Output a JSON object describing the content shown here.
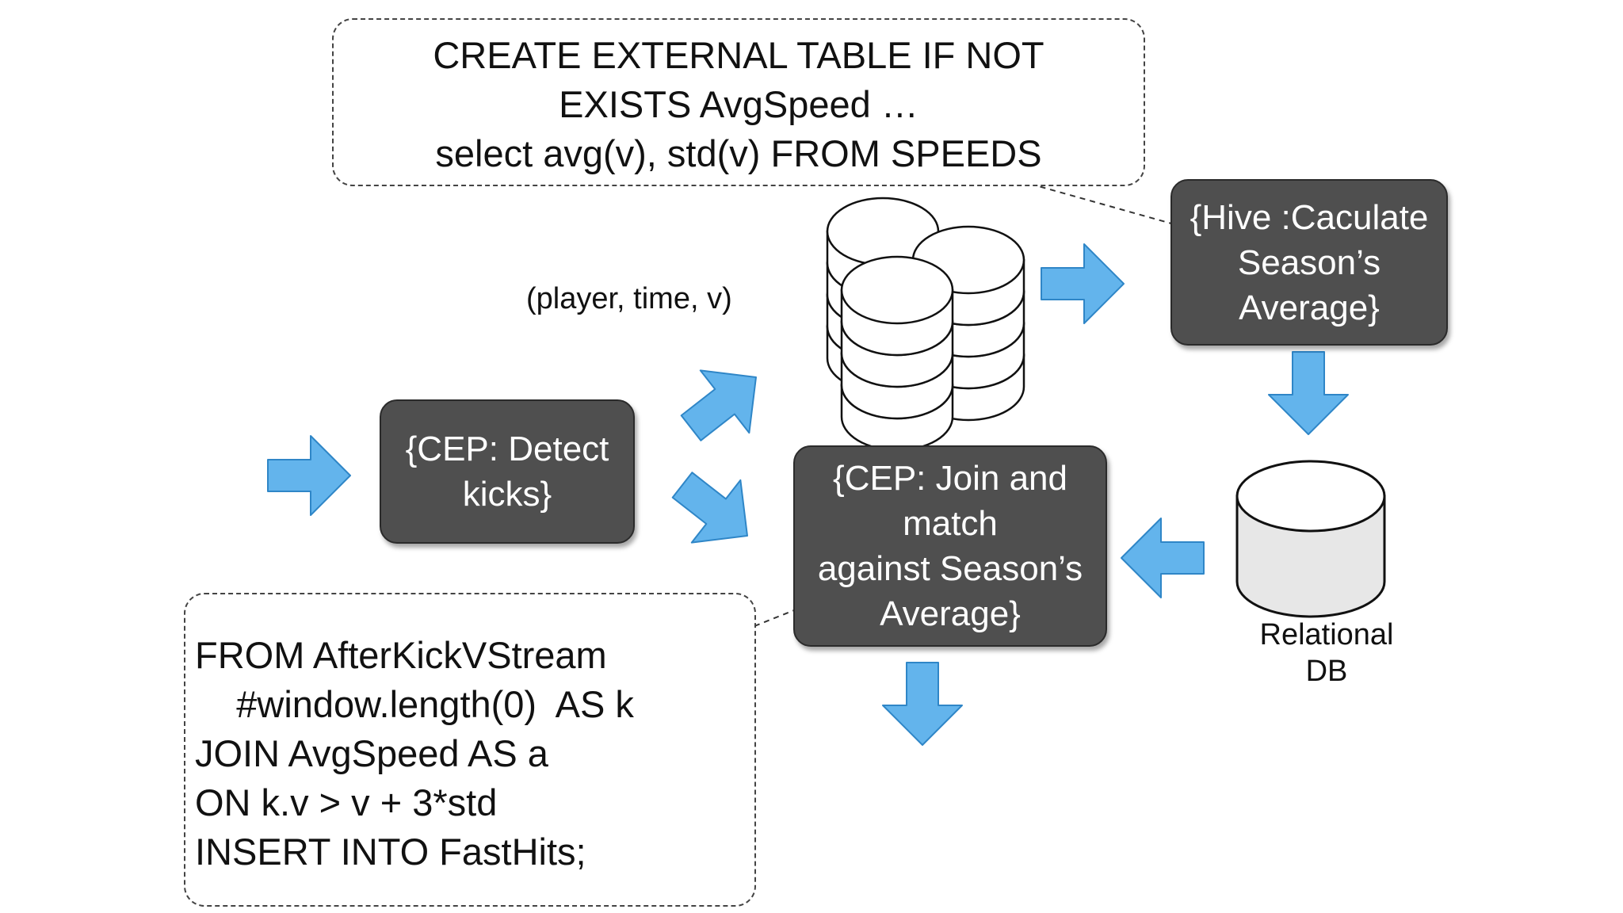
{
  "colors": {
    "arrow_fill": "#63b4ec",
    "arrow_stroke": "#2f86c7",
    "box_fill": "#4f4f4f",
    "box_text": "#ffffff",
    "note_border": "#444444"
  },
  "hive_note": {
    "lines": [
      "CREATE EXTERNAL TABLE IF NOT",
      "EXISTS AvgSpeed …",
      "select avg(v), std(v) FROM SPEEDS"
    ]
  },
  "cep_note": {
    "lines": [
      "FROM AfterKickVStream",
      "    #window.length(0)  AS k",
      "JOIN AvgSpeed AS a",
      "ON k.v > v + 3*std",
      "INSERT INTO FastHits;"
    ]
  },
  "boxes": {
    "detect_kicks": [
      "{CEP: Detect",
      "kicks}"
    ],
    "join_match": [
      "{CEP: Join and",
      "match",
      "against Season’s",
      "Average}"
    ],
    "hive_average": [
      "{Hive :Caculate",
      "Season’s",
      "Average}"
    ]
  },
  "labels": {
    "tuple": "(player, time, v)",
    "relational_db": [
      "Relational",
      "DB"
    ]
  },
  "icons": {
    "storage": "database-cluster-icon",
    "relational_db": "database-icon",
    "flow": "arrow-icon"
  }
}
